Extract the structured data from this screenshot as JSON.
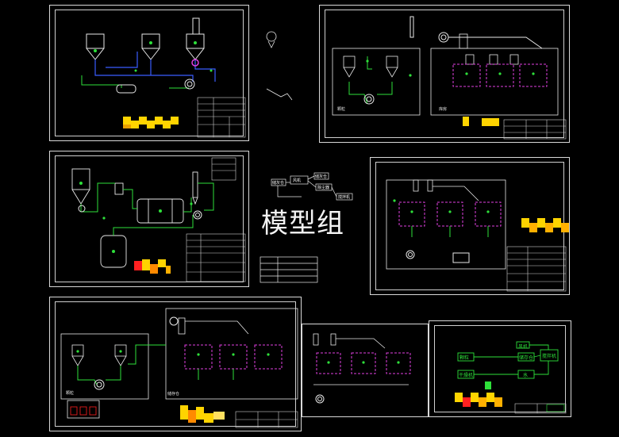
{
  "watermark": "模型组",
  "labels": {
    "dust1": "颗粒",
    "dust2": "颗粒",
    "dust3": "颗粒",
    "wind": "风机",
    "mixer": "搅拌机",
    "dryer": "干燥机",
    "storeroom": "库房",
    "water": "水",
    "store1": "储存仓",
    "store2": "储存仓",
    "store3": "储存仓",
    "pump": "泵"
  },
  "flow": {
    "n1": "储灰仓",
    "n2": "风机",
    "n3": "储灰仓",
    "n4": "除尘器",
    "n5": "搅拌机"
  },
  "colors": {
    "bg": "#000000",
    "frame": "#d8d8d8",
    "green": "#2ee03a",
    "magenta": "#e040e0",
    "blue": "#3a5cff",
    "yellow": "#ffd400",
    "white": "#ffffff"
  }
}
